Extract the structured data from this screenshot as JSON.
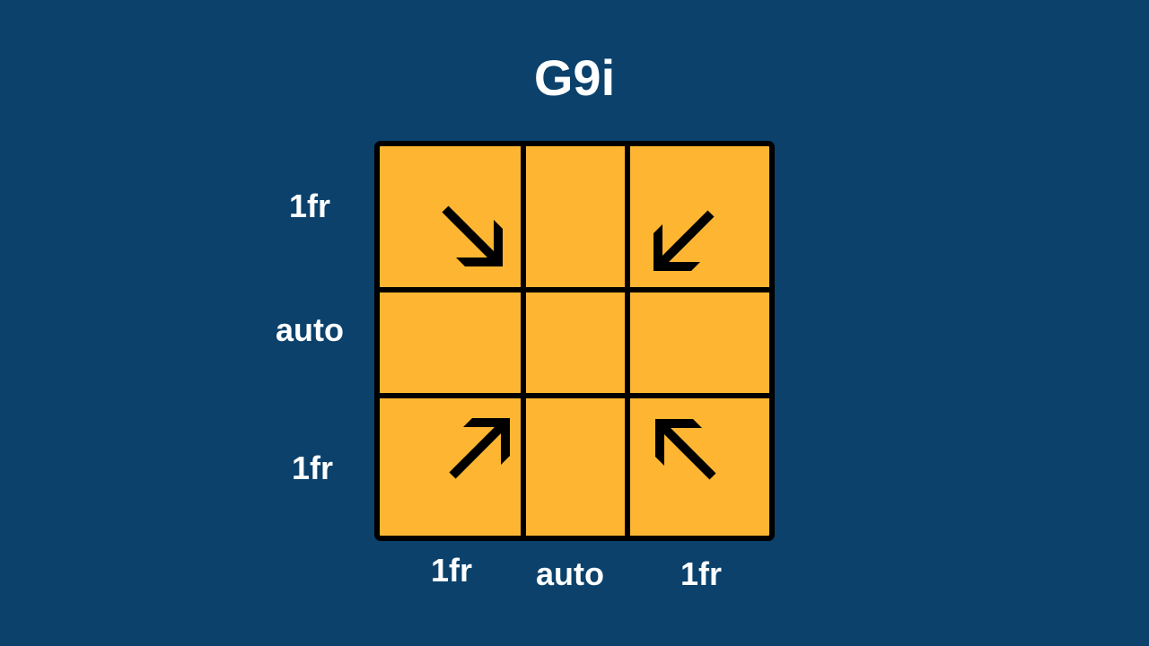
{
  "title": "G9i",
  "grid": {
    "rows": [
      "1fr",
      "auto",
      "1fr"
    ],
    "columns": [
      "1fr",
      "auto",
      "1fr"
    ],
    "cell_color": "#feb632",
    "line_color": "#000000",
    "background_color": "#0b416b"
  },
  "arrows": [
    {
      "cell": "top-left",
      "icon": "arrow-down-right-icon"
    },
    {
      "cell": "top-right",
      "icon": "arrow-down-left-icon"
    },
    {
      "cell": "bottom-left",
      "icon": "arrow-up-right-icon"
    },
    {
      "cell": "bottom-right",
      "icon": "arrow-up-left-icon"
    }
  ]
}
